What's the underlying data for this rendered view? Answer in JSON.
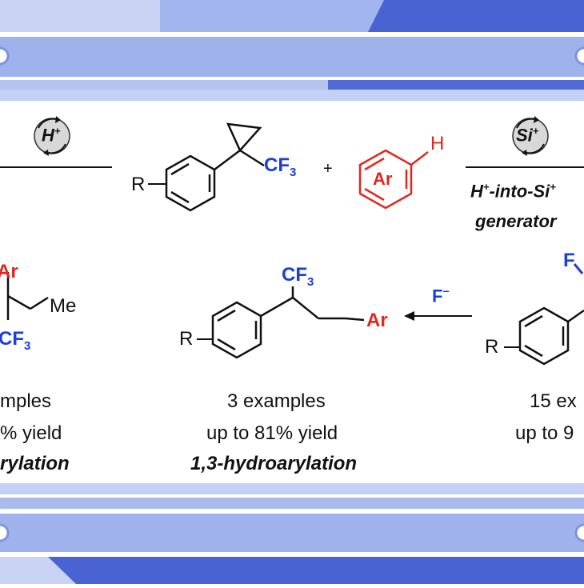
{
  "colors": {
    "band_dark": "#4a63d2",
    "band_light": "#a8b8ee",
    "band_pale": "#d4ddf7",
    "black": "#111111",
    "blue": "#1a3fd6",
    "red": "#e0261f"
  },
  "catalysts": {
    "proton": "H",
    "silylium": "Si",
    "plus_sign": "+",
    "minus_sign": "−"
  },
  "reactants": {
    "substituent": "R",
    "cf3_prefix": "CF",
    "cf3_subscript": "3",
    "plus": "+",
    "arene": "Ar",
    "hydrogen": "H"
  },
  "generator": {
    "line1_a": "H",
    "line1_b": "-into-Si",
    "line2": "generator"
  },
  "products": {
    "left": {
      "ar": "Ar",
      "me": "Me",
      "cf3": "CF",
      "sub": "3",
      "examples": "mples",
      "yield": "% yield",
      "name": "rylation"
    },
    "center": {
      "cf3": "CF",
      "sub": "3",
      "r": "R",
      "ar": "Ar",
      "fluoride": "F",
      "examples": "3 examples",
      "yield": "up to 81% yield",
      "name": "1,3-hydroarylation"
    },
    "right": {
      "f": "F",
      "r": "R",
      "examples": "15 ex",
      "yield": "up to 9"
    }
  }
}
